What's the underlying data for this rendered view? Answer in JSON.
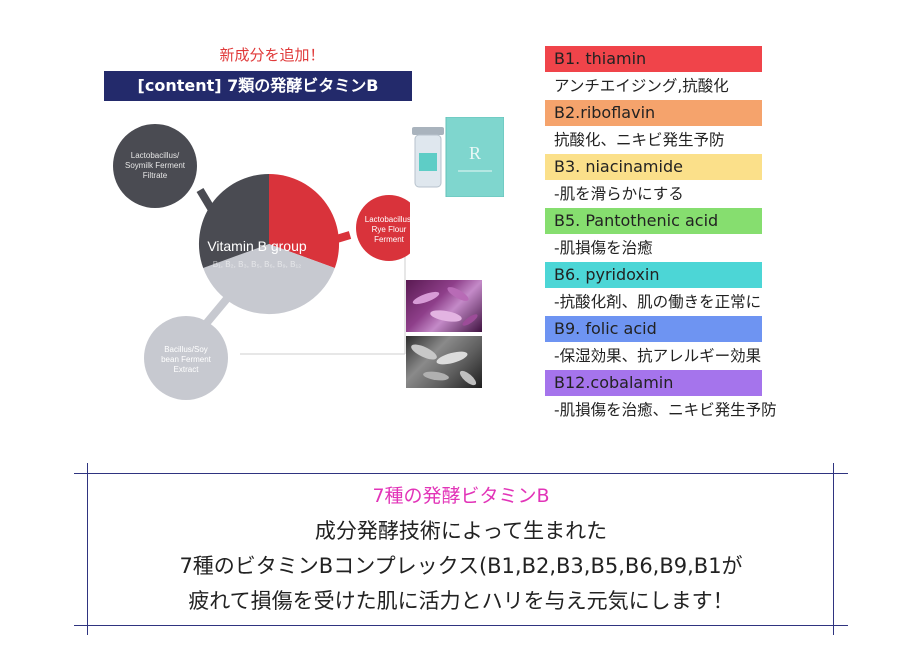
{
  "header": {
    "new_label": "新成分を追加！",
    "content_title": "[content] 7類の発酵ビタミンB"
  },
  "diagram": {
    "center_title": "Vitamin B group",
    "center_subtitle": "B₁, B₂, B₃, B₅, B₆, B₉, B₁₂",
    "lactobacillus_soymilk": [
      "Lactobacillus/",
      "Soymilk Ferment",
      "Filtrate"
    ],
    "lactobacillus_rye": [
      "Lactobacillus/",
      "Rye Flour",
      "Ferment"
    ],
    "bacillus_soybean": [
      "Bacillus/Soy",
      "bean Ferment",
      "Extract"
    ],
    "colors": {
      "dark": "#4a4b52",
      "red": "#d9333b",
      "light": "#c7c9d0"
    }
  },
  "vitamins": [
    {
      "name": "B1. thiamin",
      "desc": "アンチエイジング,抗酸化",
      "color": "#f0444a"
    },
    {
      "name": "B2.riboflavin",
      "desc": "抗酸化、ニキビ発生予防",
      "color": "#f5a36c"
    },
    {
      "name": "B3. niacinamide",
      "desc": "-肌を滑らかにする",
      "color": "#fbe08a"
    },
    {
      "name": "B5. Pantothenic acid",
      "desc": "-肌損傷を治癒",
      "color": "#86de6f"
    },
    {
      "name": "B6. pyridoxin",
      "desc": "-抗酸化剤、肌の働きを正常に",
      "color": "#4cd6d6"
    },
    {
      "name": "B9. folic acid",
      "desc": "-保湿効果、抗アレルギー効果",
      "color": "#6e94f2"
    },
    {
      "name": "B12.cobalamin",
      "desc": "-肌損傷を治癒、ニキビ発生予防",
      "color": "#a574ec"
    }
  ],
  "bottom": {
    "title": "7種の発酵ビタミンB",
    "line1": "成分発酵技術によって生まれた",
    "line2": "7種のビタミンBコンプレックス(B1,B2,B3,B5,B6,B9,B1が",
    "line3": "疲れて損傷を受けた肌に活力とハリを与え元気にします！"
  }
}
